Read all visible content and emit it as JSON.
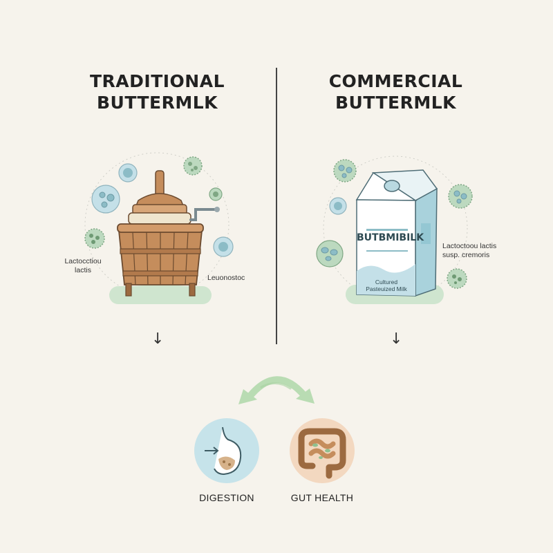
{
  "left": {
    "title_line1": "TRADITIONAL",
    "title_line2": "BUTTERMLK",
    "label_bacteria_1_line1": "Lactocctiou",
    "label_bacteria_1_line2": "lactis",
    "label_bacteria_2": "Leuonostoc"
  },
  "right": {
    "title_line1": "COMMERCIAL",
    "title_line2": "BUTTERMLK",
    "carton_brand": "BUTBMIBILK",
    "carton_sub_line1": "Cultured",
    "carton_sub_line2": "Pasteuized Milk",
    "label_bacteria_line1": "Lactoctoou lactis",
    "label_bacteria_line2": "susp. cremoris"
  },
  "bottom": {
    "digestion_label": "DIGESTION",
    "gut_health_label": "GUT HEALTH"
  },
  "colors": {
    "background": "#f6f3ec",
    "wood": "#c58d5c",
    "microbe_green": "#bcd9bf",
    "microbe_blue": "#c4e0e8",
    "carton_blue": "#a9d2dc",
    "arrow_green": "#b9dcb3",
    "digestion_circle": "#c6e3ea",
    "gut_circle": "#f3d8c0"
  }
}
